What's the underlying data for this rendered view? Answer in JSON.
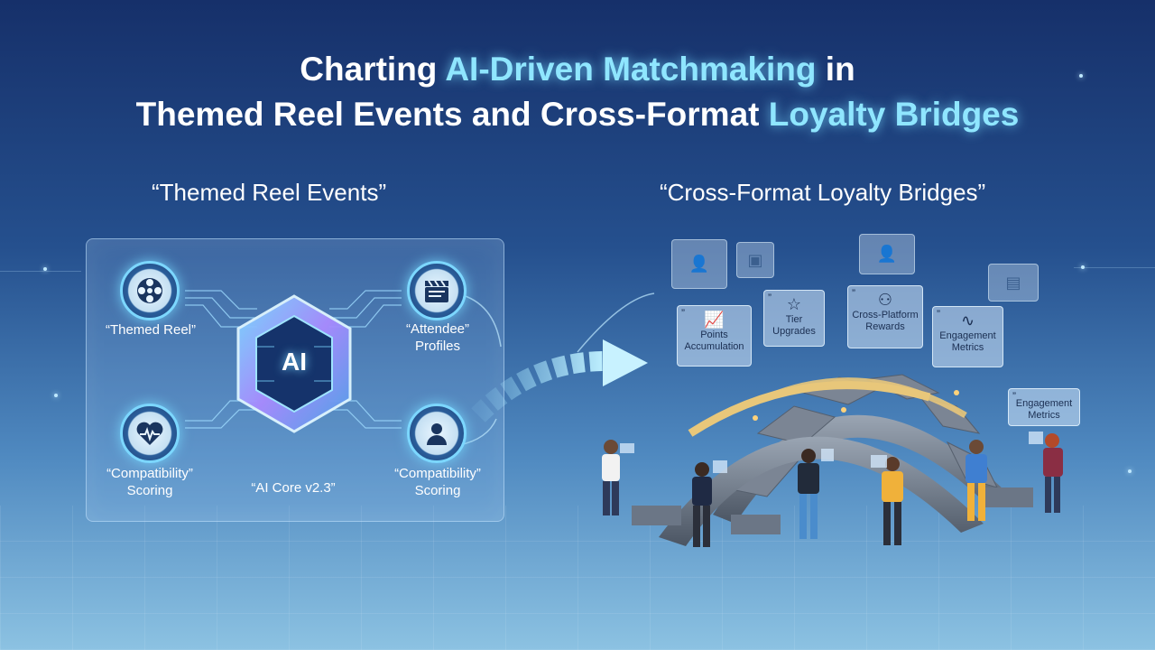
{
  "title": {
    "part1": "Charting ",
    "highlight1": "AI-Driven Matchmaking",
    "part2": " in",
    "part3": "Themed Reel Events and Cross-Format ",
    "highlight2": "Loyalty Bridges"
  },
  "left_section": {
    "label": "“Themed Reel Events”",
    "nodes": {
      "themed_reel": {
        "label": "“Themed Reel”",
        "icon": "film-reel-icon"
      },
      "attendee_profiles": {
        "label_line1": "“Attendee”",
        "label_line2": "Profiles",
        "icon": "clapperboard-icon"
      },
      "compatibility_left": {
        "label_line1": "“Compatibility”",
        "label_line2": "Scoring",
        "icon": "heart-pulse-icon"
      },
      "compatibility_right": {
        "label_line1": "“Compatibility”",
        "label_line2": "Scoring",
        "icon": "user-profile-icon"
      }
    },
    "core": {
      "text": "AI",
      "caption": "“AI Core v2.3”"
    }
  },
  "right_section": {
    "label": "“Cross-Format Loyalty Bridges”",
    "cards": {
      "points": {
        "line1": "Points",
        "line2": "Accumulation",
        "icon": "bar-chart-icon"
      },
      "tier": {
        "line1": "Tier",
        "line2": "Upgrades",
        "icon": "star-icon"
      },
      "cross_platform": {
        "line1": "Cross-Platform",
        "line2": "Rewards",
        "icon": "share-nodes-icon"
      },
      "engagement1": {
        "line1": "Engagement",
        "line2": "Metrics",
        "icon": "pulse-icon"
      },
      "engagement2": {
        "line1": "Engagement",
        "line2": "Metrics",
        "icon": "none"
      }
    }
  },
  "colors": {
    "highlight": "#8fe6ff",
    "glow": "#7cd7ff",
    "bridge_gold": "#e8c77a",
    "bridge_steel": "#6b7686"
  }
}
